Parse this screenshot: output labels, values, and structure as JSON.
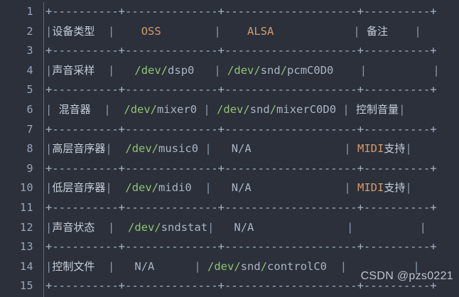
{
  "editor": {
    "background_color": "#2b303b",
    "gutter_rule_color": "#5c667a",
    "line_numbers": [
      "1",
      "2",
      "3",
      "4",
      "5",
      "6",
      "7",
      "8",
      "9",
      "10",
      "11",
      "12",
      "13",
      "14",
      "15"
    ]
  },
  "colors": {
    "rule": "#a7b2c4",
    "pipe": "#8c97a8",
    "header_accent": "#d49a6a",
    "path_accent": "#92c36f",
    "device_name": "#aab4c2",
    "cjk_text": "#c8d0dc"
  },
  "table": {
    "separator_line": "+----------+--------------+--------------------+----------+",
    "columns": [
      {
        "label": "设备类型",
        "width": 10
      },
      {
        "label": "OSS",
        "width": 14
      },
      {
        "label": "ALSA",
        "width": 20
      },
      {
        "label": "备注",
        "width": 10
      }
    ],
    "rows": [
      {
        "device_type": "声音采样",
        "oss_prefix": "/dev/",
        "oss_name": "dsp0",
        "alsa_prefix": "/dev/",
        "alsa_mid": "snd",
        "alsa_slash": "/",
        "alsa_name": "pcmC0D0",
        "note": "",
        "note_accent": "",
        "note_plain": ""
      },
      {
        "device_type": "混音器",
        "oss_prefix": "/dev/",
        "oss_name": "mixer0",
        "alsa_prefix": "/dev/",
        "alsa_mid": "snd",
        "alsa_slash": "/",
        "alsa_name": "mixerC0D0",
        "note": "控制音量",
        "note_accent": "",
        "note_plain": "控制音量"
      },
      {
        "device_type": "高层音序器",
        "oss_prefix": "/dev/",
        "oss_name": "music0",
        "alsa_na": "N/A",
        "note": "MIDI支持",
        "note_accent": "MIDI",
        "note_plain": "支持"
      },
      {
        "device_type": "低层音序器",
        "oss_prefix": "/dev/",
        "oss_name": "midi0",
        "alsa_na": "N/A",
        "note": "MIDI支持",
        "note_accent": "MIDI",
        "note_plain": "支持"
      },
      {
        "device_type": "声音状态",
        "oss_prefix": "/dev/",
        "oss_name": "sndstat",
        "alsa_na": "N/A",
        "note": "",
        "note_accent": "",
        "note_plain": ""
      },
      {
        "device_type": "控制文件",
        "oss_na": "N/A",
        "alsa_prefix": "/dev/",
        "alsa_mid": "snd",
        "alsa_slash": "/",
        "alsa_name": "controlC0",
        "note": "",
        "note_accent": "",
        "note_plain": ""
      }
    ],
    "header": {
      "col1": "设备类型",
      "col2": "OSS",
      "col3": "ALSA",
      "col4": "备注"
    },
    "glyphs": {
      "pipe": "|",
      "na": "N/A",
      "space": " "
    }
  },
  "watermark": {
    "text": "CSDN @pzs0221"
  }
}
